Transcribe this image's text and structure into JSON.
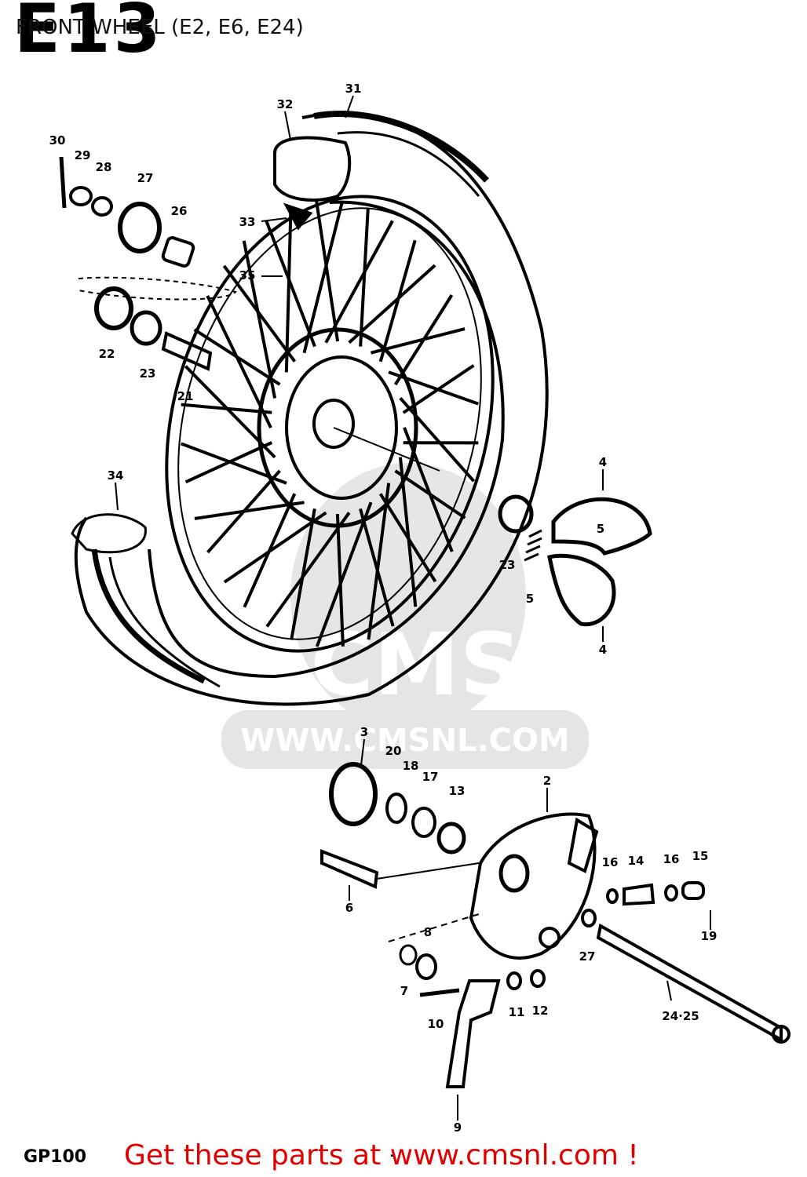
{
  "header": {
    "diagram_code": "E13",
    "title": "FRONT WHEEL (E2, E6, E24)"
  },
  "watermark": {
    "logo_text": "CMS",
    "url": "WWW.CMSNL.COM"
  },
  "callouts": [
    "31",
    "32",
    "30",
    "29",
    "28",
    "27",
    "26",
    "33",
    "35",
    "22",
    "23",
    "21",
    "34",
    "4",
    "5",
    "23",
    "5",
    "4",
    "3",
    "20",
    "18",
    "17",
    "13",
    "2",
    "6",
    "16",
    "14",
    "16",
    "15",
    "19",
    "8",
    "7",
    "27",
    "10",
    "11",
    "12",
    "24·25",
    "9"
  ],
  "footer": {
    "model": "GP100",
    "page_mark": "-",
    "link_text": "Get these parts at www.cmsnl.com !"
  }
}
